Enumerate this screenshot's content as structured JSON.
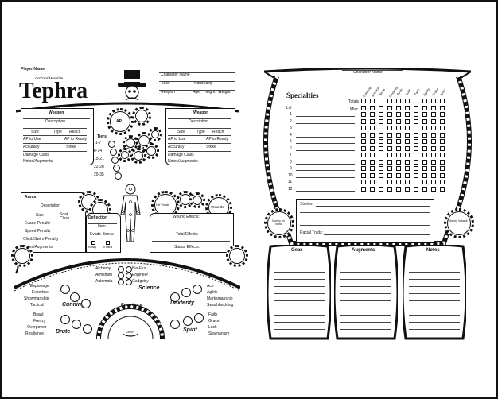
{
  "left": {
    "header": {
      "player_name": "Player Name",
      "brand": "Orchard Morrdale",
      "logo_text": "Tephra",
      "character_name": "Character Name",
      "race": "Race",
      "nationality": "Nationality",
      "religion": "Religion",
      "age": "Age",
      "height": "Height",
      "weight": "Weight"
    },
    "weapon_left": {
      "title": "Weapon",
      "description": "Description",
      "size": "Size",
      "type": "Type",
      "reach": "Reach",
      "ap_to_use": "AP to Use",
      "ap_to_ready": "AP to Ready",
      "accuracy": "Accuracy",
      "strike": "Strike",
      "damage_class": "Damage Class",
      "notes": "Notes/Augments:"
    },
    "weapon_right": {
      "title": "Weapon",
      "description": "Description",
      "size": "Size",
      "type": "Type",
      "reach": "Reach",
      "ap_to_use": "AP to Use",
      "ap_to_ready": "AP to Ready",
      "accuracy": "Accuracy",
      "strike": "Strike",
      "damage_class": "Damage Class",
      "notes": "Notes/Augments:"
    },
    "center": {
      "ap": "AP",
      "tiers": "Tiers",
      "tier_rows": [
        "1-7",
        "8-14",
        "15-21",
        "22-28",
        "29-35"
      ]
    },
    "armor": {
      "title": "Armor",
      "description": "Description",
      "size": "Size",
      "soak_class": "Soak Class",
      "evade_penalty": "Evade Penalty",
      "speed_penalty": "Speed Penalty",
      "climb_swim_penalty": "Climb/Swim Penalty",
      "notes": "Notes/Augments:"
    },
    "deflection": {
      "title": "Deflection",
      "item": "Item",
      "evade_bonus": "Evade Bonus",
      "ready": "Ready",
      "in_hand": "In Hand"
    },
    "status": {
      "hit_points": "Hit Points",
      "wounds": "Wounds",
      "wound_effects": "Wound Effects:",
      "total_effects": "Total Effects:",
      "status_effects": "Status Effects:"
    },
    "skills": {
      "science": {
        "label": "Science",
        "items": [
          "Alchemy",
          "Armsmith",
          "Automata",
          "Bio-Flux",
          "Engineer",
          "Gadgetry"
        ]
      },
      "cunning": {
        "label": "Cunning",
        "items": [
          "Espionage",
          "Expertise",
          "Showmanship",
          "Tactical"
        ]
      },
      "dexterity": {
        "label": "Dexterity",
        "items": [
          "Ace",
          "Agility",
          "Marksmanship",
          "Swashbuckling"
        ]
      },
      "brute": {
        "label": "Brute",
        "items": [
          "Brawl",
          "Frenzy",
          "Overpower",
          "Resilience"
        ]
      },
      "spirit": {
        "label": "Spirit",
        "items": [
          "Faith",
          "Grace",
          "Luck",
          "Shamanism"
        ]
      },
      "experience": "Experience",
      "level": "Level"
    }
  },
  "right": {
    "character_name": "Character Name",
    "specialties": "Specialties",
    "totals": "Totals",
    "misc": "Misc",
    "lvl": "Lvl",
    "levels": [
      "1",
      "2",
      "3",
      "4",
      "5",
      "6",
      "7",
      "8",
      "9",
      "10",
      "11",
      "12"
    ],
    "columns": [
      "Cunning",
      "Science",
      "Brute",
      "Dexterity",
      "Spirit",
      "Luck",
      "Faith",
      "Agility",
      "Grace",
      "Misc"
    ],
    "stories": "Stories:",
    "racial_traits": "Racial Traits:",
    "money_on_hand": "Money on hand",
    "money_in_bank": "Money in bank",
    "gear": "Gear",
    "augments": "Augments",
    "notes": "Notes"
  }
}
